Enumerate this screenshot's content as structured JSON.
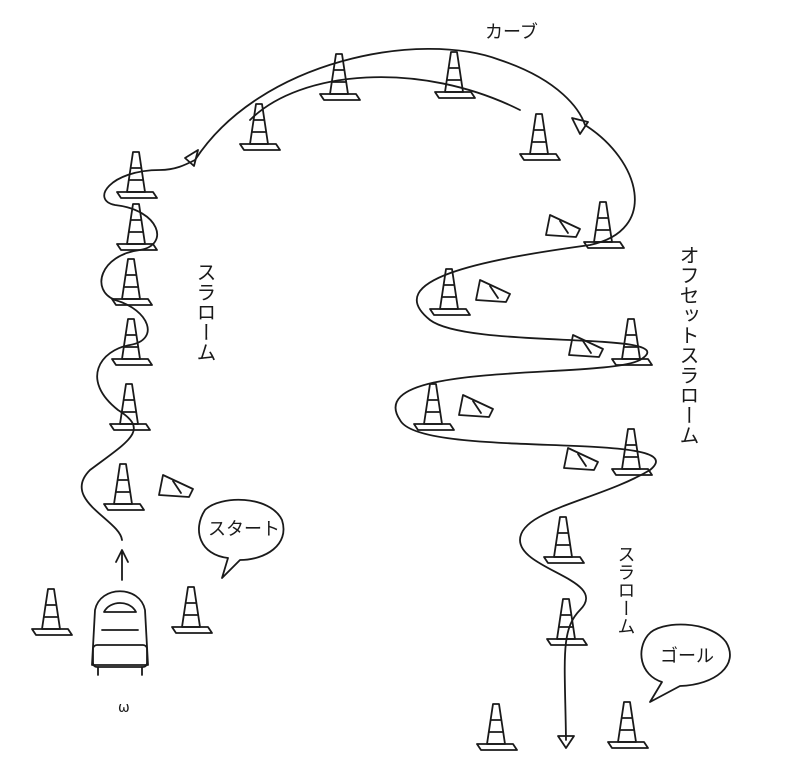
{
  "labels": {
    "curve": "カーブ",
    "slalom_left": "スラローム",
    "offset_slalom": "オフセットスラローム",
    "slalom_right": "スラローム",
    "start": "スタート",
    "goal": "ゴール",
    "watermark": "ω"
  }
}
